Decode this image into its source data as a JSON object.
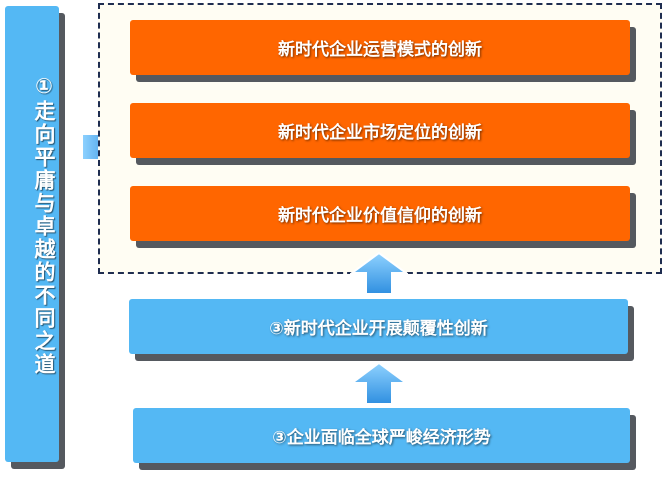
{
  "sidebar": {
    "label": "①走向平庸与卓越的不同之道"
  },
  "innovations": [
    {
      "label": "新时代企业运营模式的创新"
    },
    {
      "label": "新时代企业市场定位的创新"
    },
    {
      "label": "新时代企业价值信仰的创新"
    }
  ],
  "disruptive": {
    "label": "③新时代企业开展颠覆性创新"
  },
  "situation": {
    "label": "③企业面临全球严峻经济形势"
  },
  "colors": {
    "orange": "#ff6600",
    "blue": "#54b8f4",
    "arrow_blue": "#2f8fe0",
    "dash_border": "#1f2d50",
    "shadow": "#55595f"
  }
}
